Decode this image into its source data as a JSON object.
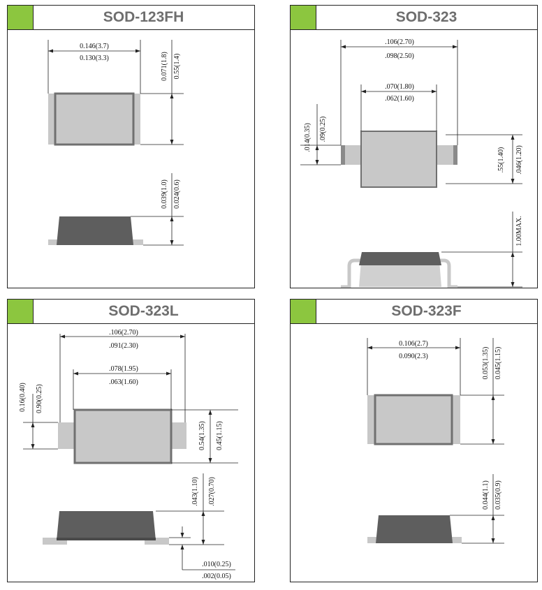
{
  "colors": {
    "accent": "#8cc63f",
    "body_light": "#c8c8c8",
    "body_dark": "#5e5e5e",
    "outline": "#707070"
  },
  "panels": [
    {
      "title": "SOD-123FH",
      "dims": {
        "width_max": "0.146(3.7)",
        "width_min": "0.130(3.3)",
        "height_max": "0.071(1.8)",
        "height_min": "0.55(1.4)",
        "thick_max": "0.039(1.0)",
        "thick_min": "0.024(0.6)"
      }
    },
    {
      "title": "SOD-323",
      "dims": {
        "overall_max": ".106(2.70)",
        "overall_min": ".098(2.50)",
        "body_max": ".070(1.80)",
        "body_min": ".062(1.60)",
        "lead_max": ".014(0.35)",
        "lead_min": ".09(0.25)",
        "height_max": ".55(1.40)",
        "height_min": ".046(1.20)",
        "thick_max": "1.00MAX."
      }
    },
    {
      "title": "SOD-323L",
      "dims": {
        "overall_max": ".106(2.70)",
        "overall_min": ".091(2.30)",
        "body_max": ".078(1.95)",
        "body_min": ".063(1.60)",
        "lead_max": "0.16(0.40)",
        "lead_min": "0.90(0.25)",
        "height_max": "0.54(1.35)",
        "height_min": "0.45(1.15)",
        "thick_max": ".043(1.10)",
        "thick_min": ".027(0.70)",
        "standoff_max": ".010(0.25)",
        "standoff_min": ".002(0.05)"
      }
    },
    {
      "title": "SOD-323F",
      "dims": {
        "width_max": "0.106(2.7)",
        "width_min": "0.090(2.3)",
        "height_max": "0.053(1.35)",
        "height_min": "0.045(1.15)",
        "thick_max": "0.044(1.1)",
        "thick_min": "0.035(0.9)"
      }
    }
  ]
}
